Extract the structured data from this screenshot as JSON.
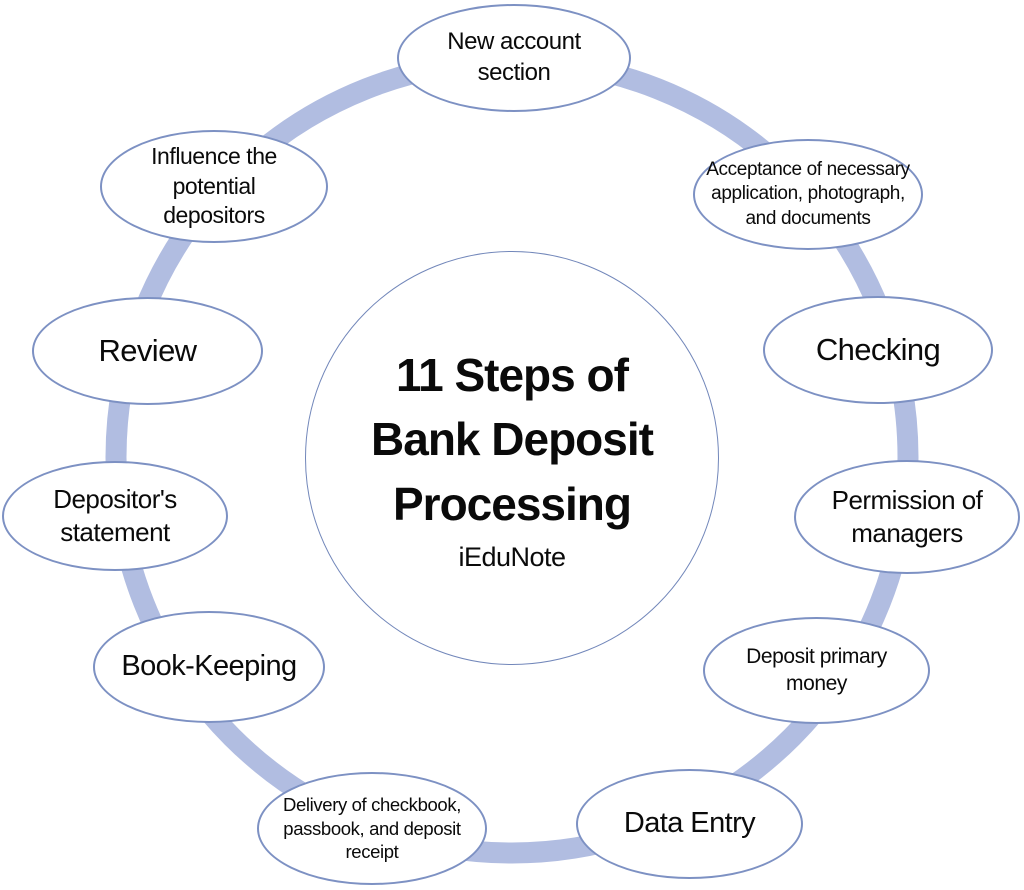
{
  "center": {
    "title": "11 Steps of\nBank Deposit\nProcessing",
    "brand": "iEduNote"
  },
  "steps": [
    {
      "id": "new-account-section",
      "label": "New account\nsection"
    },
    {
      "id": "acceptance-of-documents",
      "label": "Acceptance of necessary\napplication, photograph,\nand documents"
    },
    {
      "id": "checking",
      "label": "Checking"
    },
    {
      "id": "permission-of-managers",
      "label": "Permission of\nmanagers"
    },
    {
      "id": "deposit-primary-money",
      "label": "Deposit primary money"
    },
    {
      "id": "data-entry",
      "label": "Data Entry"
    },
    {
      "id": "delivery-of-checkbook",
      "label": "Delivery of checkbook,\npassbook, and deposit\nreceipt"
    },
    {
      "id": "book-keeping",
      "label": "Book-Keeping"
    },
    {
      "id": "depositors-statement",
      "label": "Depositor's\nstatement"
    },
    {
      "id": "review",
      "label": "Review"
    },
    {
      "id": "influence-potential-depositors",
      "label": "Influence the\npotential\ndepositors"
    }
  ],
  "colors": {
    "background": "#ffffff",
    "ring": "#b1bde1",
    "ellipse_border": "#7d91c3",
    "circle_border": "#7287ba",
    "text": "#0a0a0a"
  }
}
